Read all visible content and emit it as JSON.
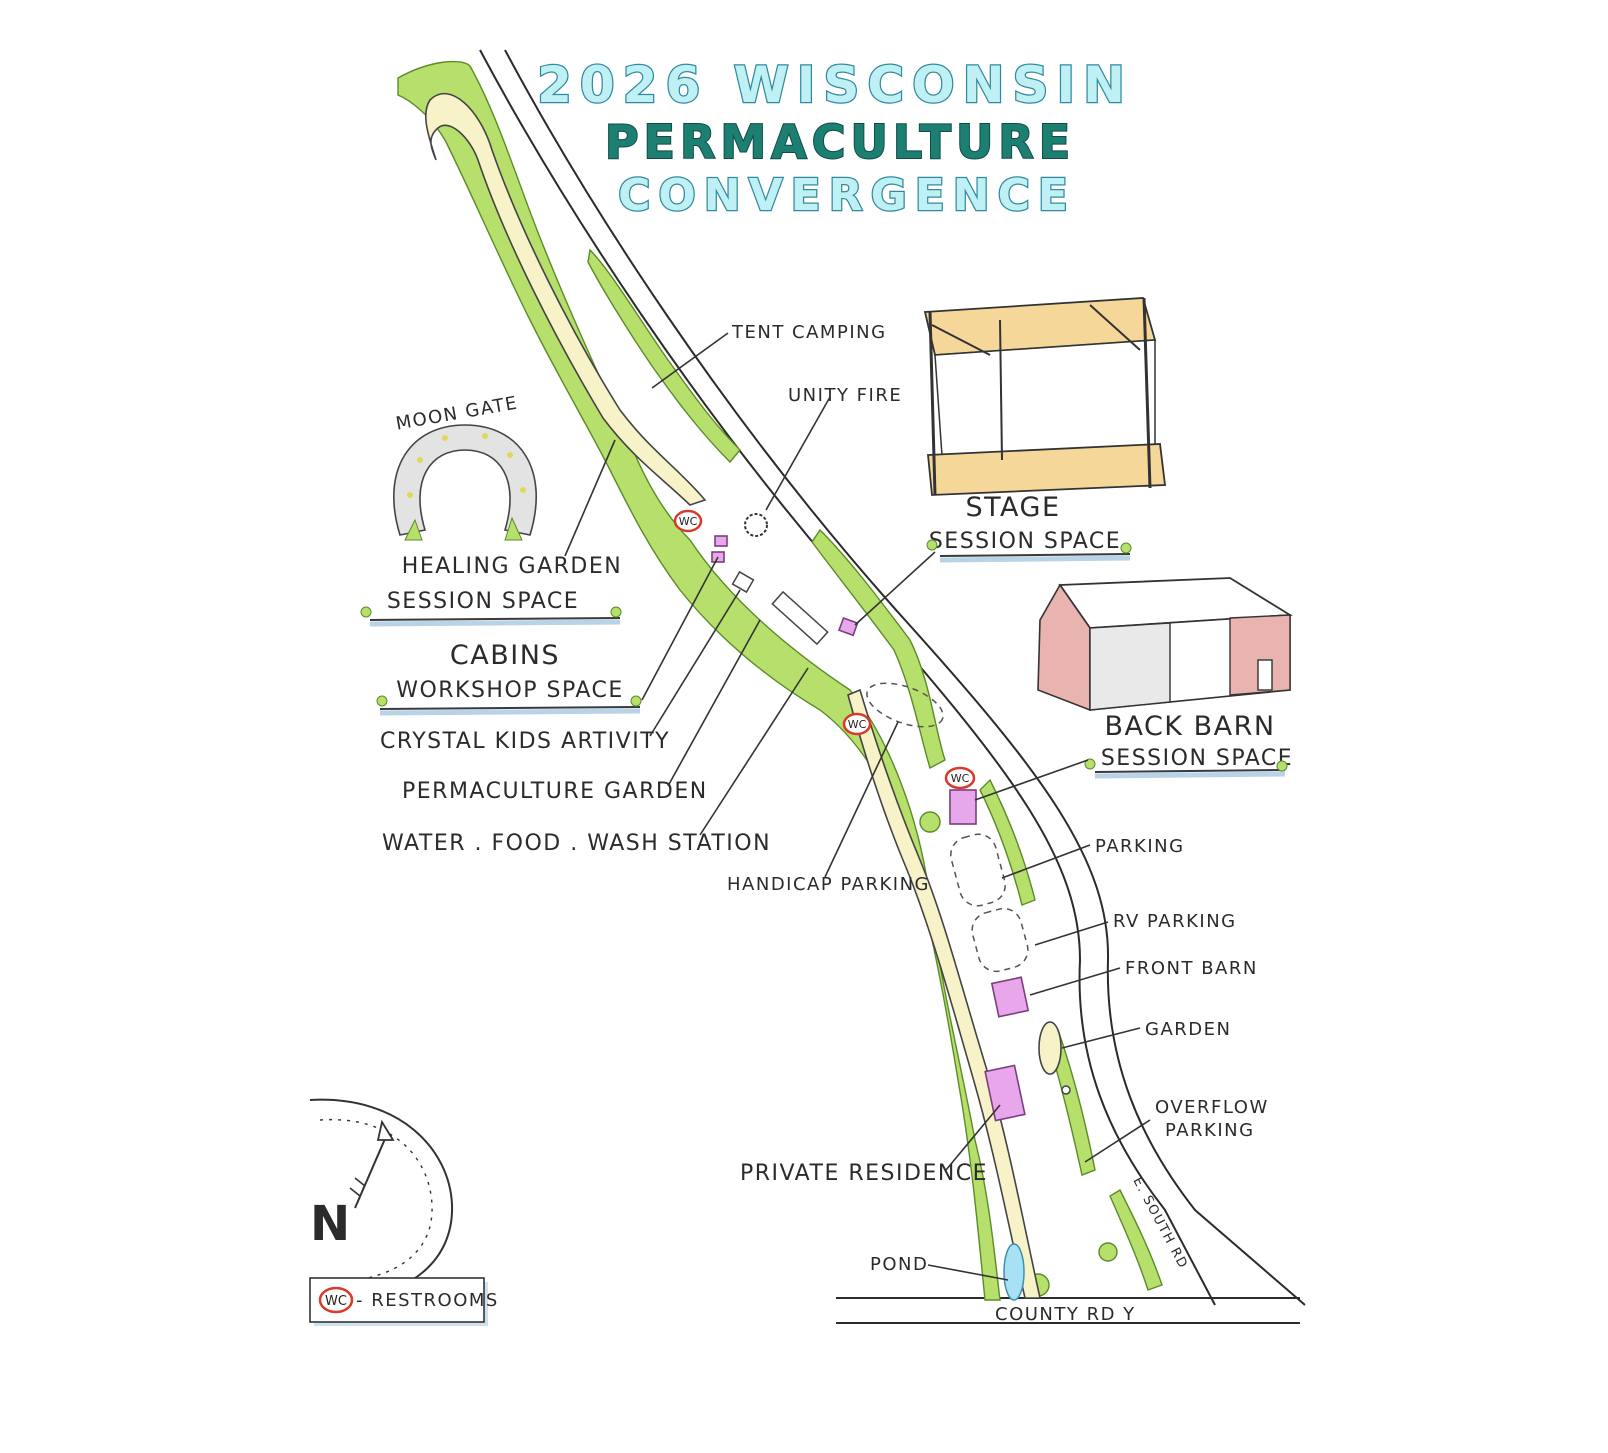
{
  "title": {
    "line1": "2026 WISCONSIN",
    "line2": "PERMACULTURE",
    "line3": "CONVERGENCE"
  },
  "labels": {
    "tent_camping": "TENT CAMPING",
    "unity_fire": "UNITY FIRE",
    "moon_gate": "MOON GATE",
    "healing_garden": "HEALING GARDEN",
    "healing_garden_sub": "SESSION SPACE",
    "cabins": "CABINS",
    "cabins_sub": "WORKSHOP SPACE",
    "crystal_kids": "CRYSTAL KIDS ARTIVITY",
    "permaculture_garden": "PERMACULTURE GARDEN",
    "water_food_wash": "WATER . FOOD . WASH STATION",
    "handicap_parking": "HANDICAP PARKING",
    "stage": "STAGE",
    "stage_sub": "SESSION SPACE",
    "back_barn": "BACK BARN",
    "back_barn_sub": "SESSION SPACE",
    "parking": "PARKING",
    "rv_parking": "RV PARKING",
    "front_barn": "FRONT BARN",
    "garden": "GARDEN",
    "overflow_line1": "OVERFLOW",
    "overflow_line2": "PARKING",
    "private_residence": "PRIVATE RESIDENCE",
    "pond": "POND",
    "e_south_rd": "E. SOUTH RD",
    "county_rd": "COUNTY RD Y"
  },
  "legend": {
    "wc": "WC",
    "text": "- RESTROOMS"
  },
  "compass": {
    "letter": "N"
  },
  "colors": {
    "tree_green": "#b6e06b",
    "path_cream": "#f7f2c8",
    "building_pink": "#e8a7ea",
    "restroom_red": "#d83a2a",
    "title_light": "#bff0f4",
    "title_dark": "#1d7e72",
    "barn_red": "#e9b4b0",
    "stage_wood": "#f5d79a"
  }
}
